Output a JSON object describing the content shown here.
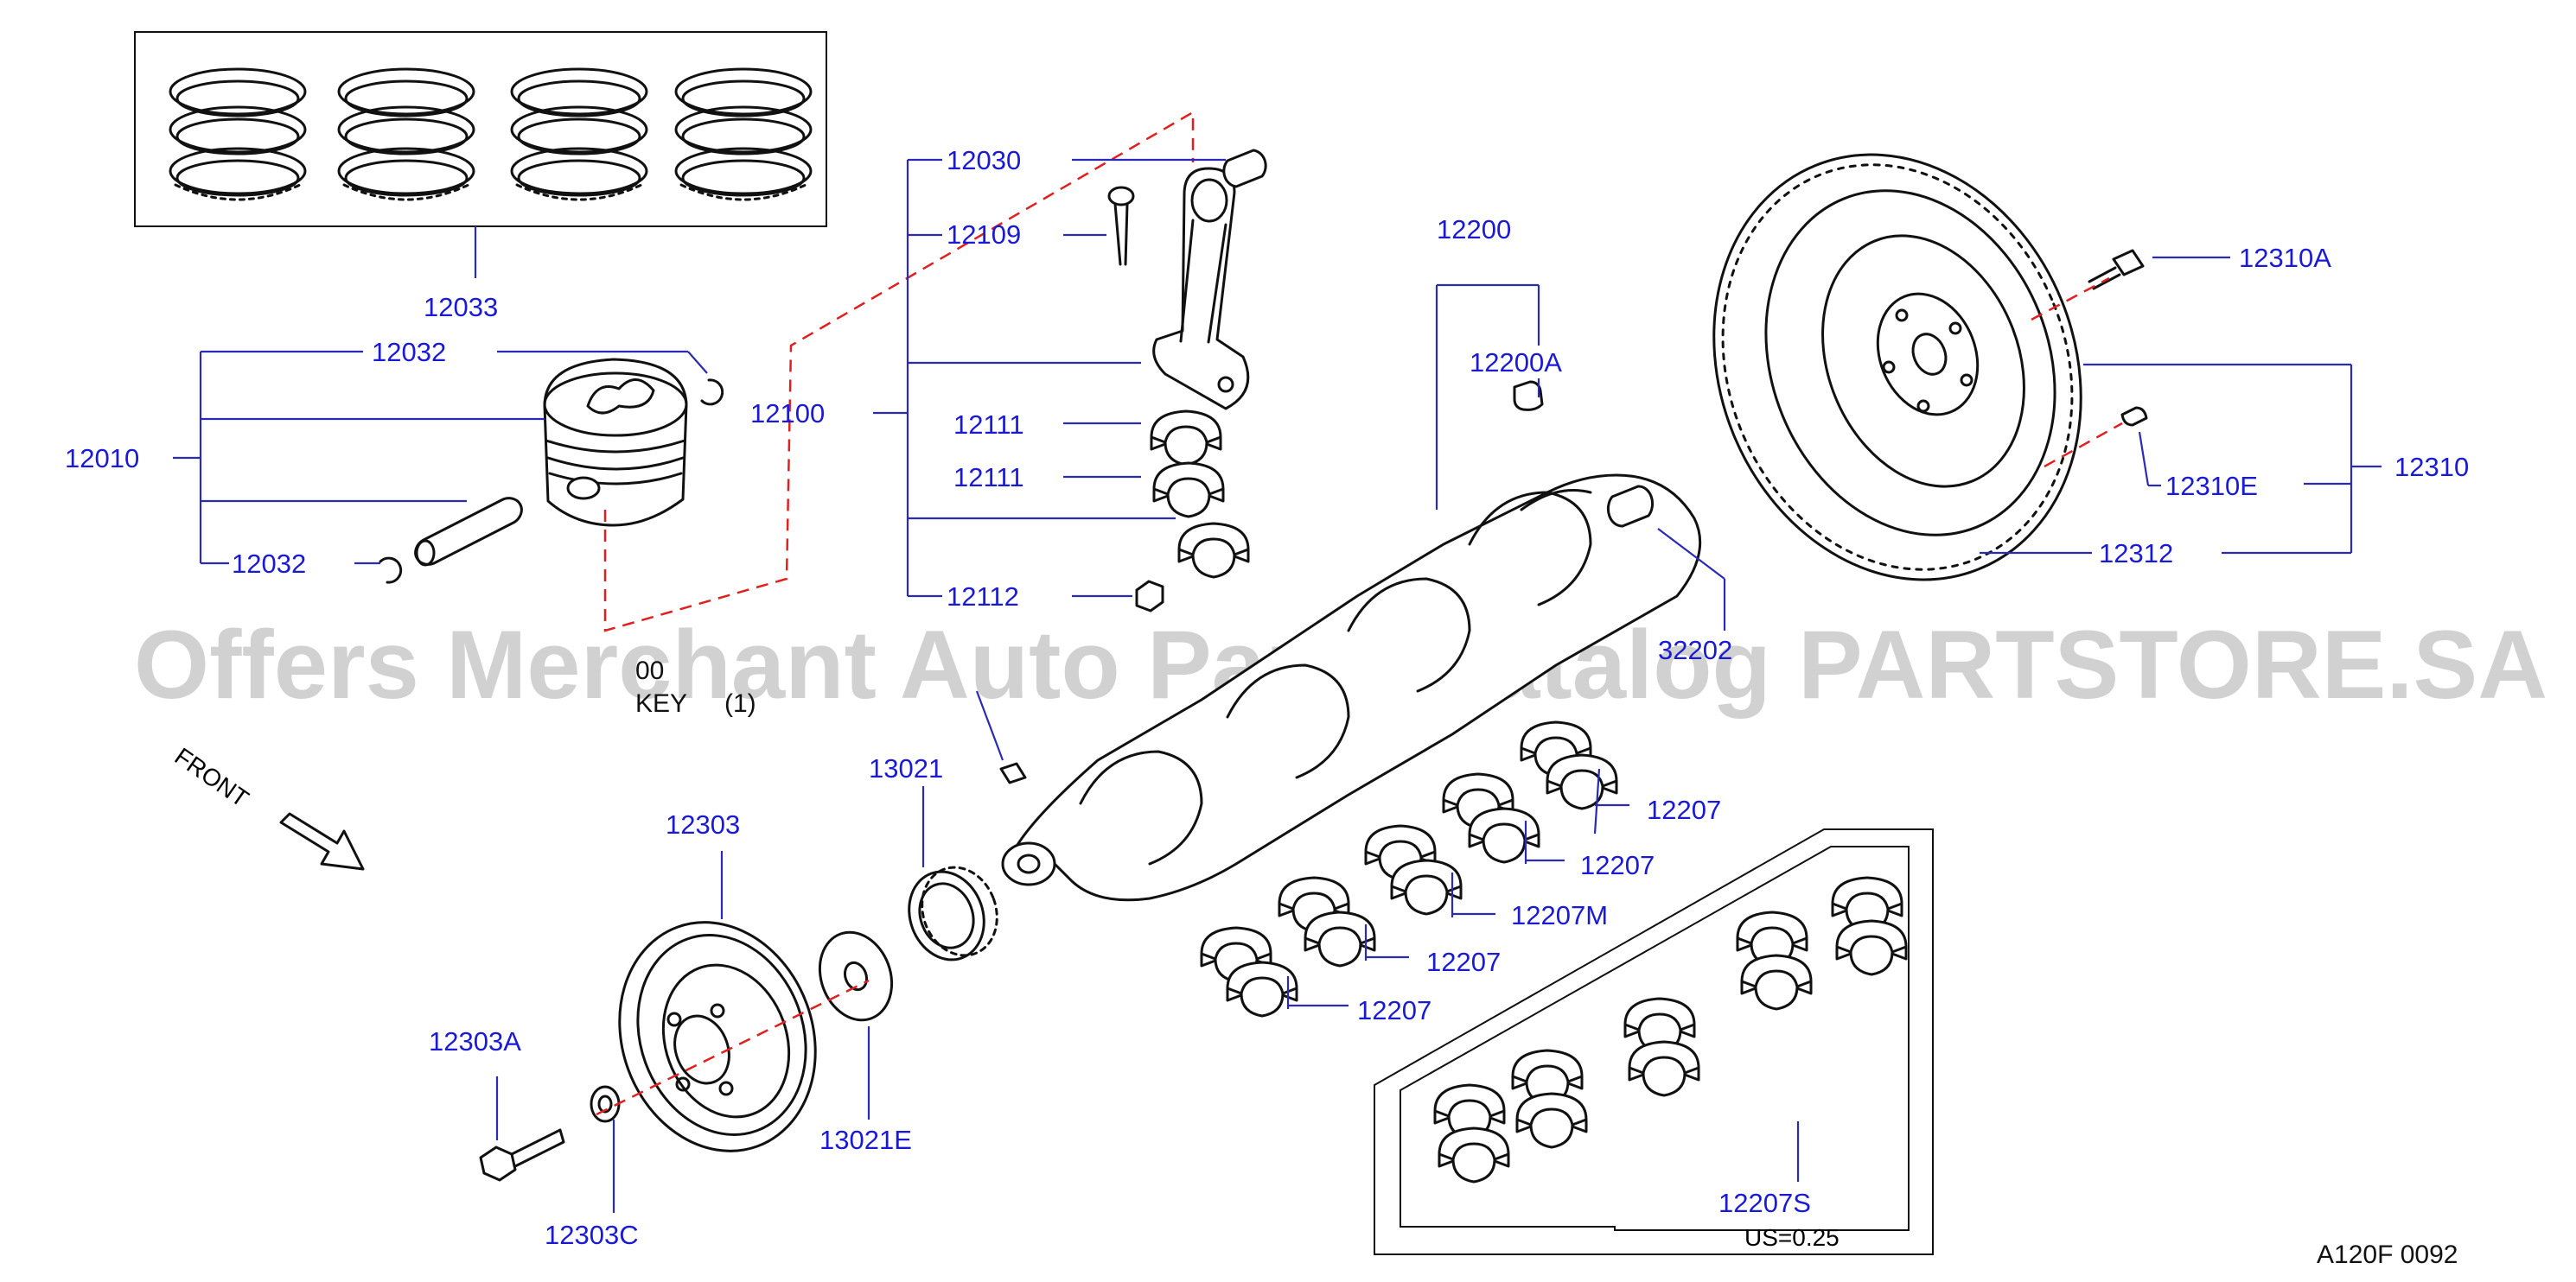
{
  "watermark": "Offers Merchant Auto Parts Catalog PARTSTORE.SA",
  "diagram_code": "A120F  0092",
  "front_label": "FRONT",
  "undersize_note": "US=0.25",
  "key_label": "KEY",
  "key_qty": "(1)",
  "key_partnum": "00",
  "labels": {
    "p12033": "12033",
    "p12032a": "12032",
    "p12032b": "12032",
    "p12010": "12010",
    "p12030": "12030",
    "p12109": "12109",
    "p12100": "12100",
    "p12111a": "12111",
    "p12111b": "12111",
    "p12112": "12112",
    "p12200": "12200",
    "p12200A": "12200A",
    "p32202": "32202",
    "p12310A": "12310A",
    "p12310": "12310",
    "p12310E": "12310E",
    "p12312": "12312",
    "p13021": "13021",
    "p12303": "12303",
    "p12303A": "12303A",
    "p12303C": "12303C",
    "p13021E": "13021E",
    "p12207a": "12207",
    "p12207b": "12207",
    "p12207M": "12207M",
    "p12207c": "12207",
    "p12207d": "12207",
    "p12207S": "12207S"
  }
}
